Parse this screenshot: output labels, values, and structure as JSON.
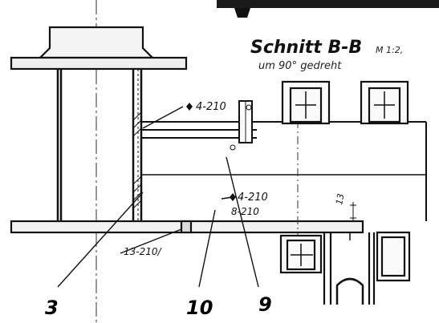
{
  "title": {
    "main": "Schnitt B-B",
    "scale": "M 1:2,",
    "note": "um 90° gedreht"
  },
  "annotations": {
    "upper_weld": "4-210",
    "lower_weld": "4-210",
    "lower_weld_2": "8-210",
    "bottom_weld": "13-210/",
    "dim_13": "13"
  },
  "parts": {
    "p3": "3",
    "p10": "10",
    "p9": "9"
  },
  "colors": {
    "ink": "#111111",
    "paper": "#ffffff"
  }
}
